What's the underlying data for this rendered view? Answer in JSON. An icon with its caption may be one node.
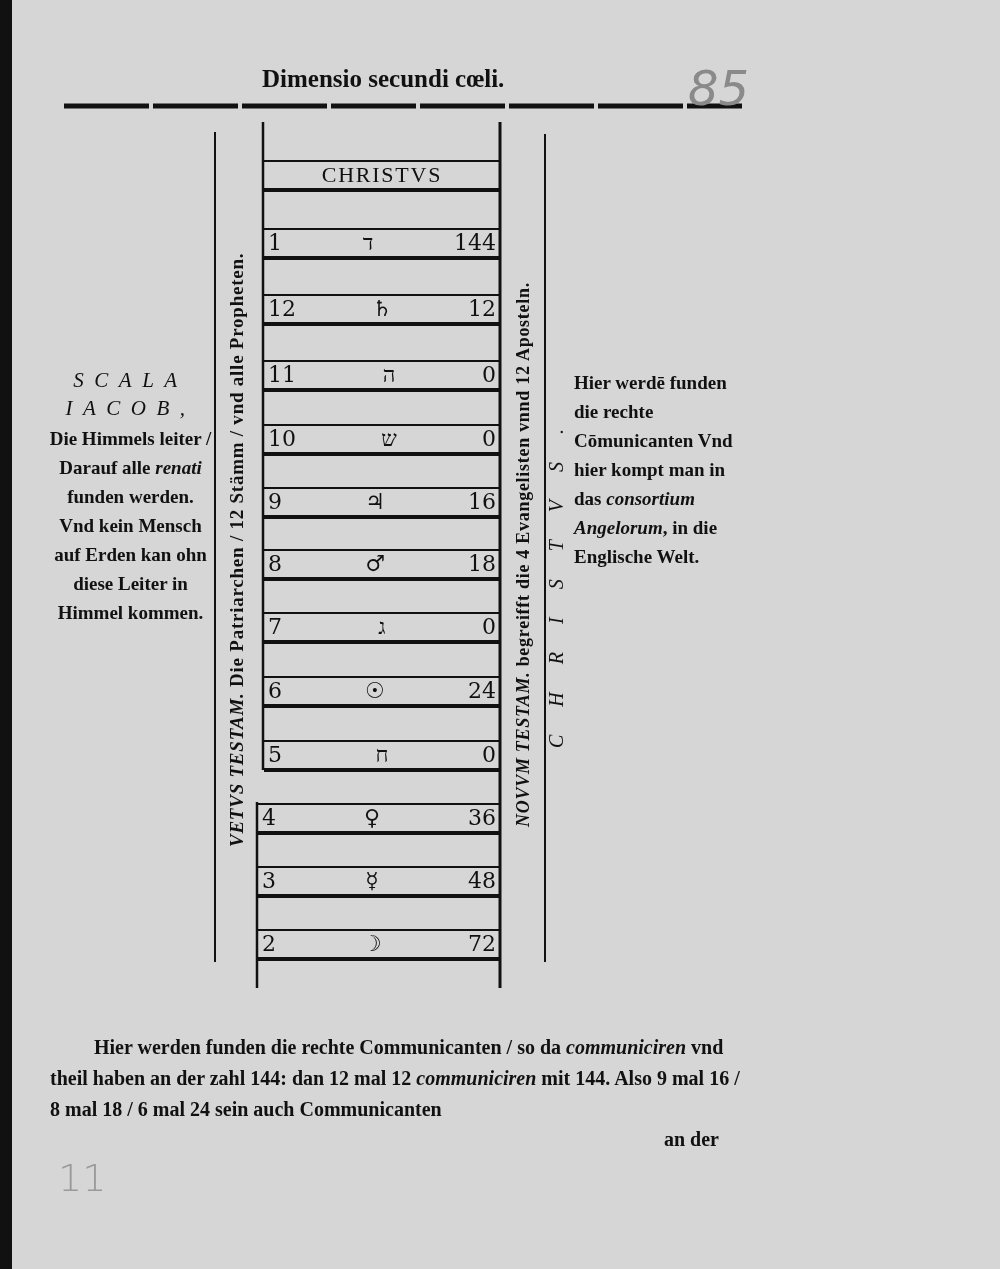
{
  "diagram": {
    "title": "Dimensio secundi cœli.",
    "nodes": [
      {
        "text": [
          "CHRISTVS"
        ]
      },
      {
        "text": [
          "1",
          "ד",
          "144"
        ]
      },
      {
        "text": [
          "12",
          "♄",
          "12"
        ]
      },
      {
        "text": [
          "11",
          "ה",
          "0"
        ]
      },
      {
        "text": [
          "10",
          "ש",
          "0"
        ]
      },
      {
        "text": [
          "9",
          "♃",
          "16"
        ]
      },
      {
        "text": [
          "8",
          "♂",
          "18"
        ]
      },
      {
        "text": [
          "7",
          "ג",
          "0"
        ]
      },
      {
        "text": [
          "6",
          "☉",
          "24"
        ]
      },
      {
        "text": [
          "5",
          "ח",
          "0"
        ]
      },
      {
        "text": [
          "4",
          "♀",
          "36"
        ]
      },
      {
        "text": [
          "3",
          "☿",
          "48"
        ]
      },
      {
        "text": [
          "2",
          "☽",
          "72"
        ]
      }
    ],
    "labels": [
      "85",
      "*VETVS TESTAM.* Die Patriarchen / 12 Stämm / vnd alle Propheten.",
      "*NOVVM TESTAM.* begreifft die 4 Evangelisten vnnd 12 Aposteln.",
      "CHRISTVS.",
      "SCALA IACOB,",
      "Die Himmels leiter / Darauf alle *renati* funden werden. Vnd kein Mensch auf Erden kan ohn diese Leiter in Himmel kommen.",
      "Hier werdē funden die rechte Cōmunicanten Vnd hier kompt man in das *consortium Angelorum*, in die Englische Welt.",
      "Hier werden funden die rechte Communicanten / so da *communiciren* vnd theil haben an der zahl 144: dan 12 mal 12 *communiciren* mit 144. Also 9 mal 16 / 8 mal 18 / 6 mal 24 sein auch Communicanten",
      "an der",
      "11"
    ]
  }
}
